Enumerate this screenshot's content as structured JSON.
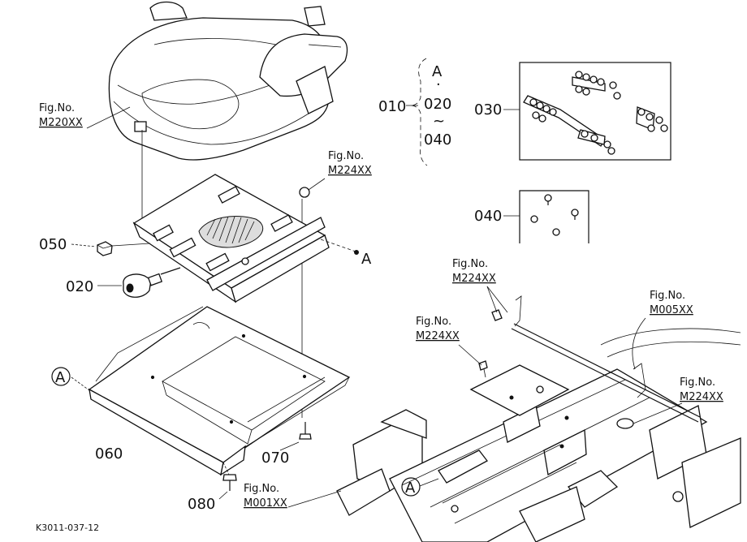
{
  "parts": {
    "p010": "010",
    "p020": "020",
    "p030": "030",
    "p040": "040",
    "p050": "050",
    "p060": "060",
    "p070": "070",
    "p080": "080"
  },
  "bracket": {
    "top": "A",
    "dot": "·",
    "mid": "020",
    "tilde": "~",
    "bottom": "040"
  },
  "refs": {
    "fig_no": "Fig.No.",
    "m220": "M220XX",
    "m224": "M224XX",
    "m005": "M005XX",
    "m001": "M001XX"
  },
  "markers": {
    "a_point": "A",
    "a_circle_left": "A",
    "a_circle_frame": "A"
  },
  "footer": {
    "code": "K3011-037-12"
  }
}
